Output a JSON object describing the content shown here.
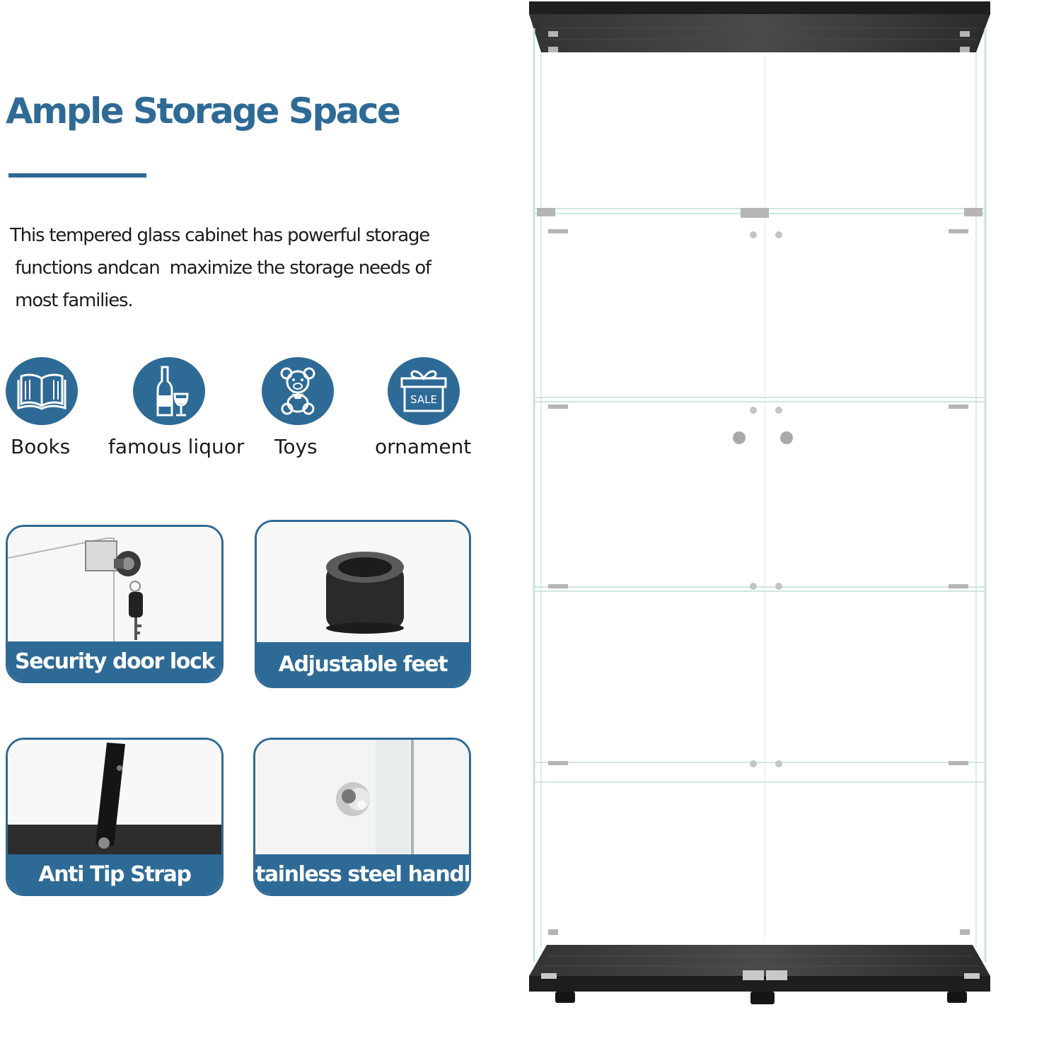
{
  "title": "Ample Storage Space",
  "description": [
    "This tempered glass cabinet has powerful storage",
    " functions andcan  maximize the storage needs of",
    " most families."
  ],
  "categories": [
    {
      "label": "Books",
      "icon": "open-book-icon"
    },
    {
      "label": "famous liquor",
      "icon": "wine-bottle-glass-icon"
    },
    {
      "label": "Toys",
      "icon": "teddy-bear-icon"
    },
    {
      "label": "ornament",
      "icon": "sale-gift-box-icon",
      "icon_text": "SALE"
    }
  ],
  "features": [
    {
      "label": "Security door lock",
      "image": "door-lock-with-keys"
    },
    {
      "label": "Adjustable feet",
      "image": "black-rubber-foot"
    },
    {
      "label": "Anti Tip Strap",
      "image": "black-anti-tip-strap"
    },
    {
      "label": "Stainless steel handle",
      "image": "chrome-knob-handle"
    }
  ],
  "colors": {
    "accent": "#2e6a96",
    "text": "#1c1c1c",
    "cabinet_wood": "#2b2b2b"
  }
}
